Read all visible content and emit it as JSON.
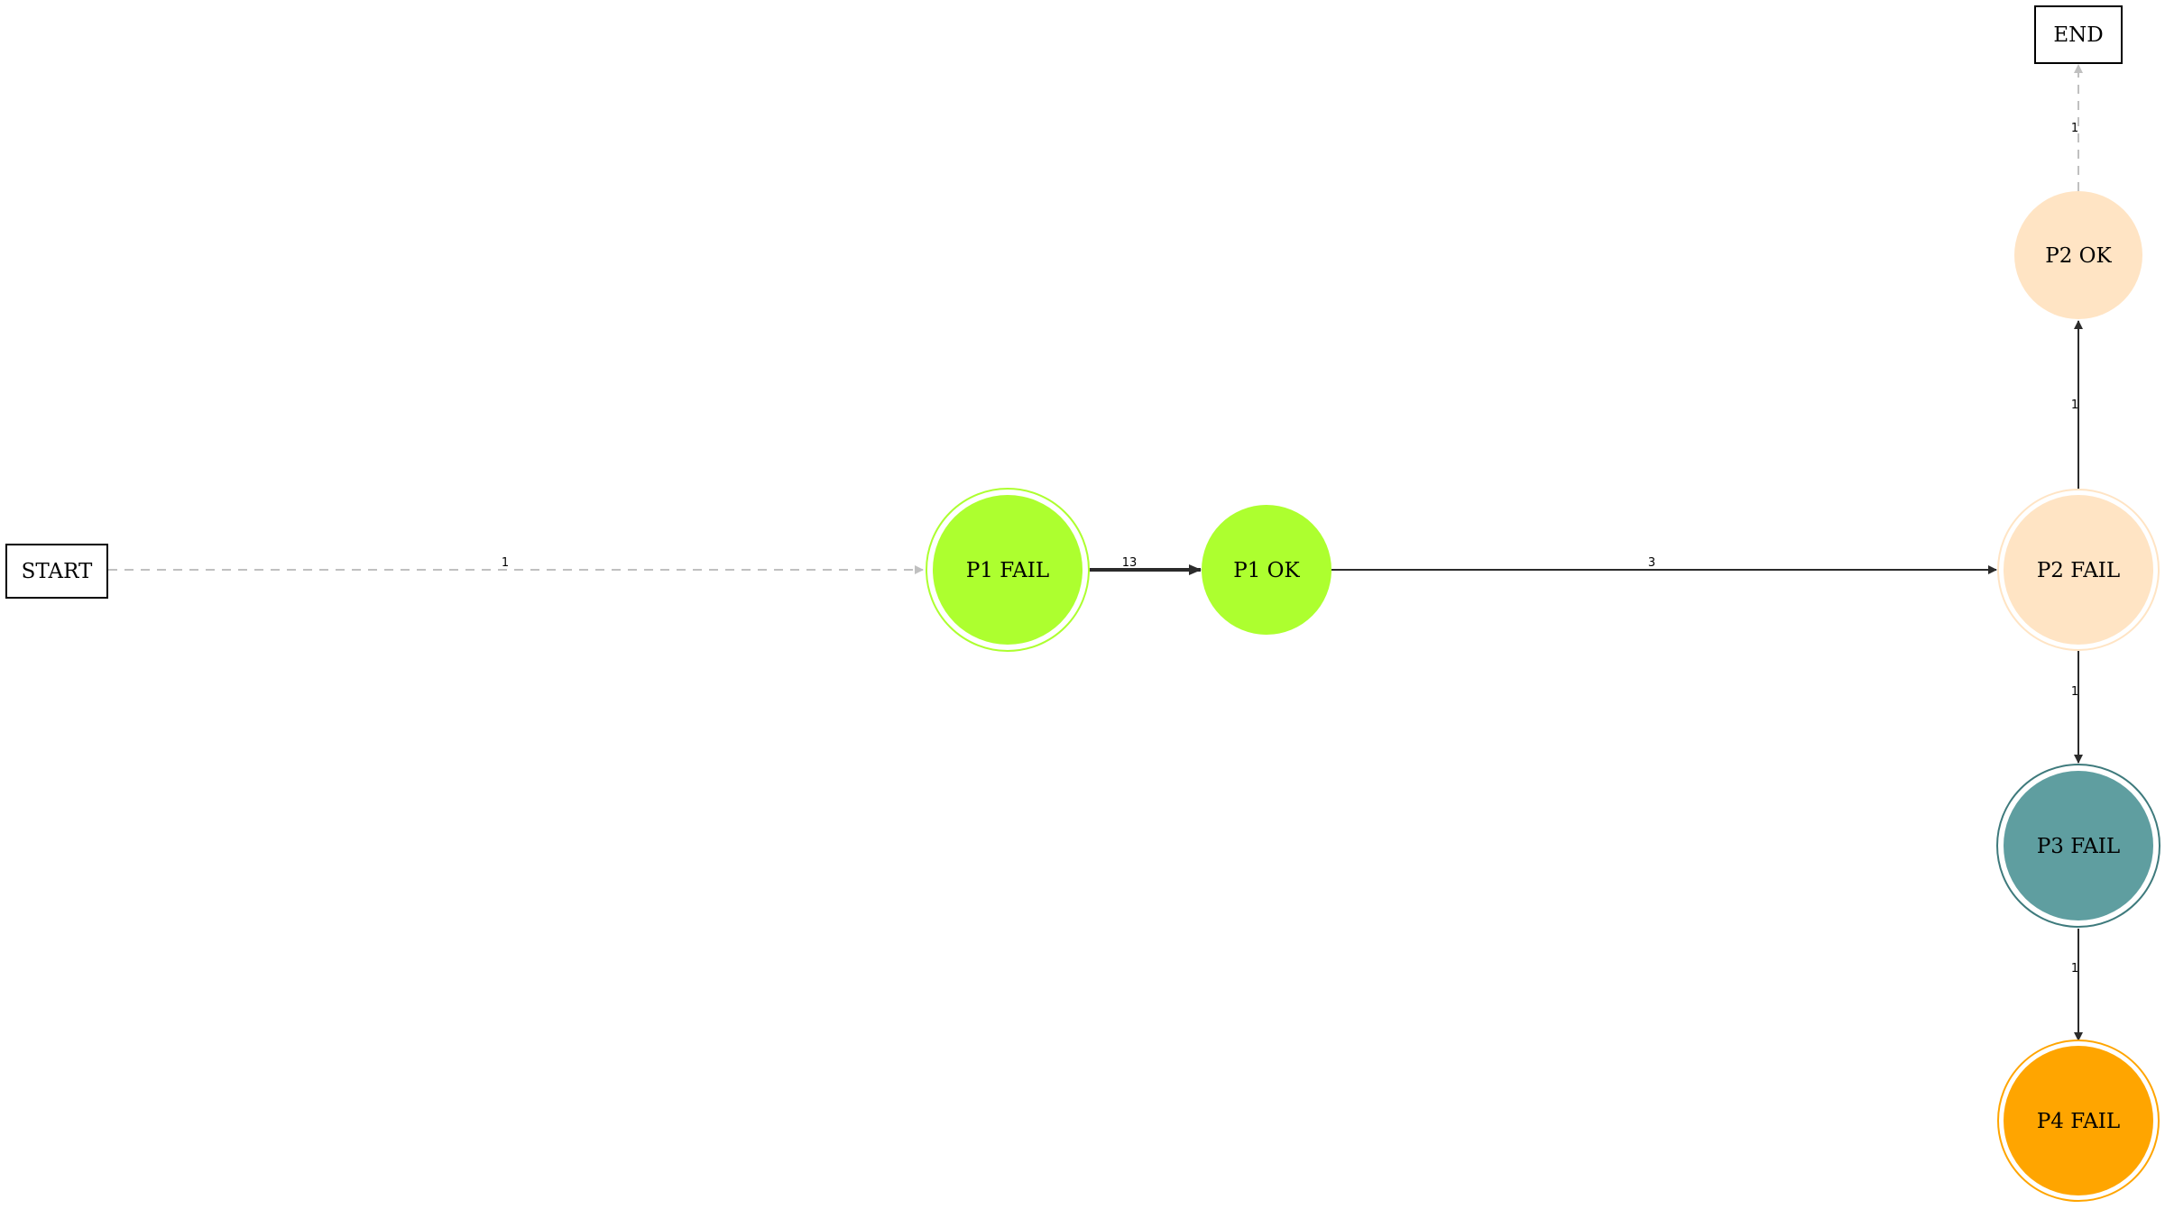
{
  "graph": {
    "nodes": {
      "start": {
        "label": "START",
        "shape": "box"
      },
      "end": {
        "label": "END",
        "shape": "box"
      },
      "p1_fail": {
        "label": "P1 FAIL",
        "fill": "#adff2f",
        "double_ring": true
      },
      "p1_ok": {
        "label": "P1 OK",
        "fill": "#adff2f",
        "double_ring": false
      },
      "p2_fail": {
        "label": "P2 FAIL",
        "fill": "#ffe4c4",
        "double_ring": true
      },
      "p2_ok": {
        "label": "P2 OK",
        "fill": "#ffe4c4",
        "double_ring": false
      },
      "p3_fail": {
        "label": "P3 FAIL",
        "fill": "#5f9ea0",
        "double_ring": true
      },
      "p4_fail": {
        "label": "P4 FAIL",
        "fill": "#ffa500",
        "double_ring": true
      }
    },
    "edges": [
      {
        "from": "START",
        "to": "P1 FAIL",
        "label": "1",
        "style": "dashed"
      },
      {
        "from": "P1 FAIL",
        "to": "P1 OK",
        "label": "13",
        "style": "bold"
      },
      {
        "from": "P1 OK",
        "to": "P2 FAIL",
        "label": "3",
        "style": "solid"
      },
      {
        "from": "P2 FAIL",
        "to": "P2 OK",
        "label": "1",
        "style": "solid"
      },
      {
        "from": "P2 FAIL",
        "to": "P3 FAIL",
        "label": "1",
        "style": "solid"
      },
      {
        "from": "P3 FAIL",
        "to": "P4 FAIL",
        "label": "1",
        "style": "solid"
      },
      {
        "from": "P2 OK",
        "to": "END",
        "label": "1",
        "style": "dashed"
      }
    ],
    "colors": {
      "edge": "#2b2b2b",
      "dashed_edge": "#c0c0c0"
    }
  }
}
